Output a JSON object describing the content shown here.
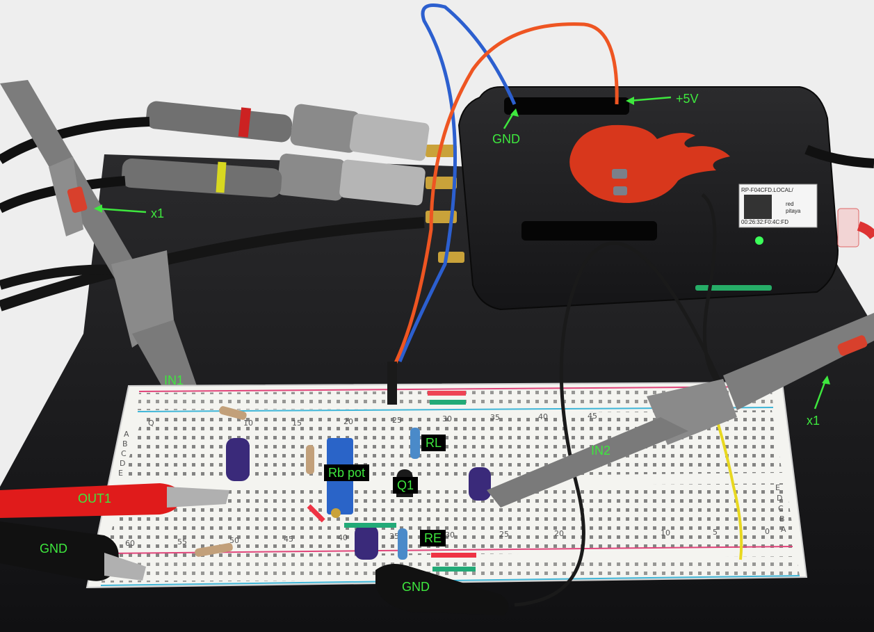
{
  "annotations": {
    "gnd_top": "GND",
    "plus5v": "+5V",
    "x1_left": "x1",
    "x1_right": "x1",
    "in1": "IN1",
    "in2": "IN2",
    "out1": "OUT1",
    "gnd_left": "GND",
    "gnd_bottom": "GND",
    "rl": "RL",
    "rb_pot": "Rb pot",
    "q1": "Q1",
    "re": "RE"
  },
  "device_label": {
    "line1": "RP-F04CFD.LOCAL/",
    "line2": "00:26:32:F0:4C:FD",
    "logo_line1": "red",
    "logo_line2": "pitaya"
  },
  "breadboard": {
    "top_numbers": [
      "10",
      "15",
      "20",
      "25",
      "30",
      "35",
      "40",
      "45"
    ],
    "bottom_numbers": [
      "60",
      "55",
      "50",
      "45",
      "40",
      "35",
      "30",
      "25",
      "20",
      "10",
      "5",
      "0"
    ],
    "row_letters_left": [
      "A",
      "B",
      "C",
      "D",
      "E"
    ],
    "row_letters_right": [
      "E",
      "D",
      "C",
      "B",
      "A"
    ],
    "col_letter": "Q"
  },
  "colors": {
    "annotation_green": "#3ee83e",
    "label_box": "#000000",
    "rail_red": "#e0457a",
    "rail_blue": "#3fb6d8",
    "redpitaya_flame": "#e03a1e"
  }
}
